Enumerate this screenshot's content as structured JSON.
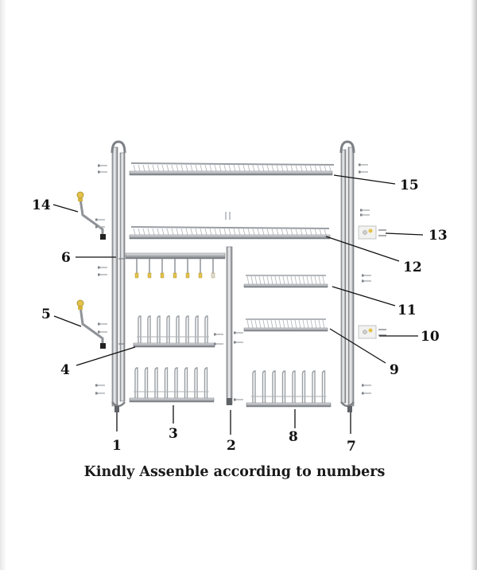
{
  "caption": "Kindly Assenble according to numbers",
  "parts": [
    "1",
    "2",
    "3",
    "4",
    "5",
    "6",
    "7",
    "8",
    "9",
    "10",
    "11",
    "12",
    "13",
    "14",
    "15"
  ],
  "colors": {
    "steel": "#b9bcc0",
    "steel_dark": "#7d8186",
    "brass": "#e2c24a",
    "ink": "#111111"
  }
}
